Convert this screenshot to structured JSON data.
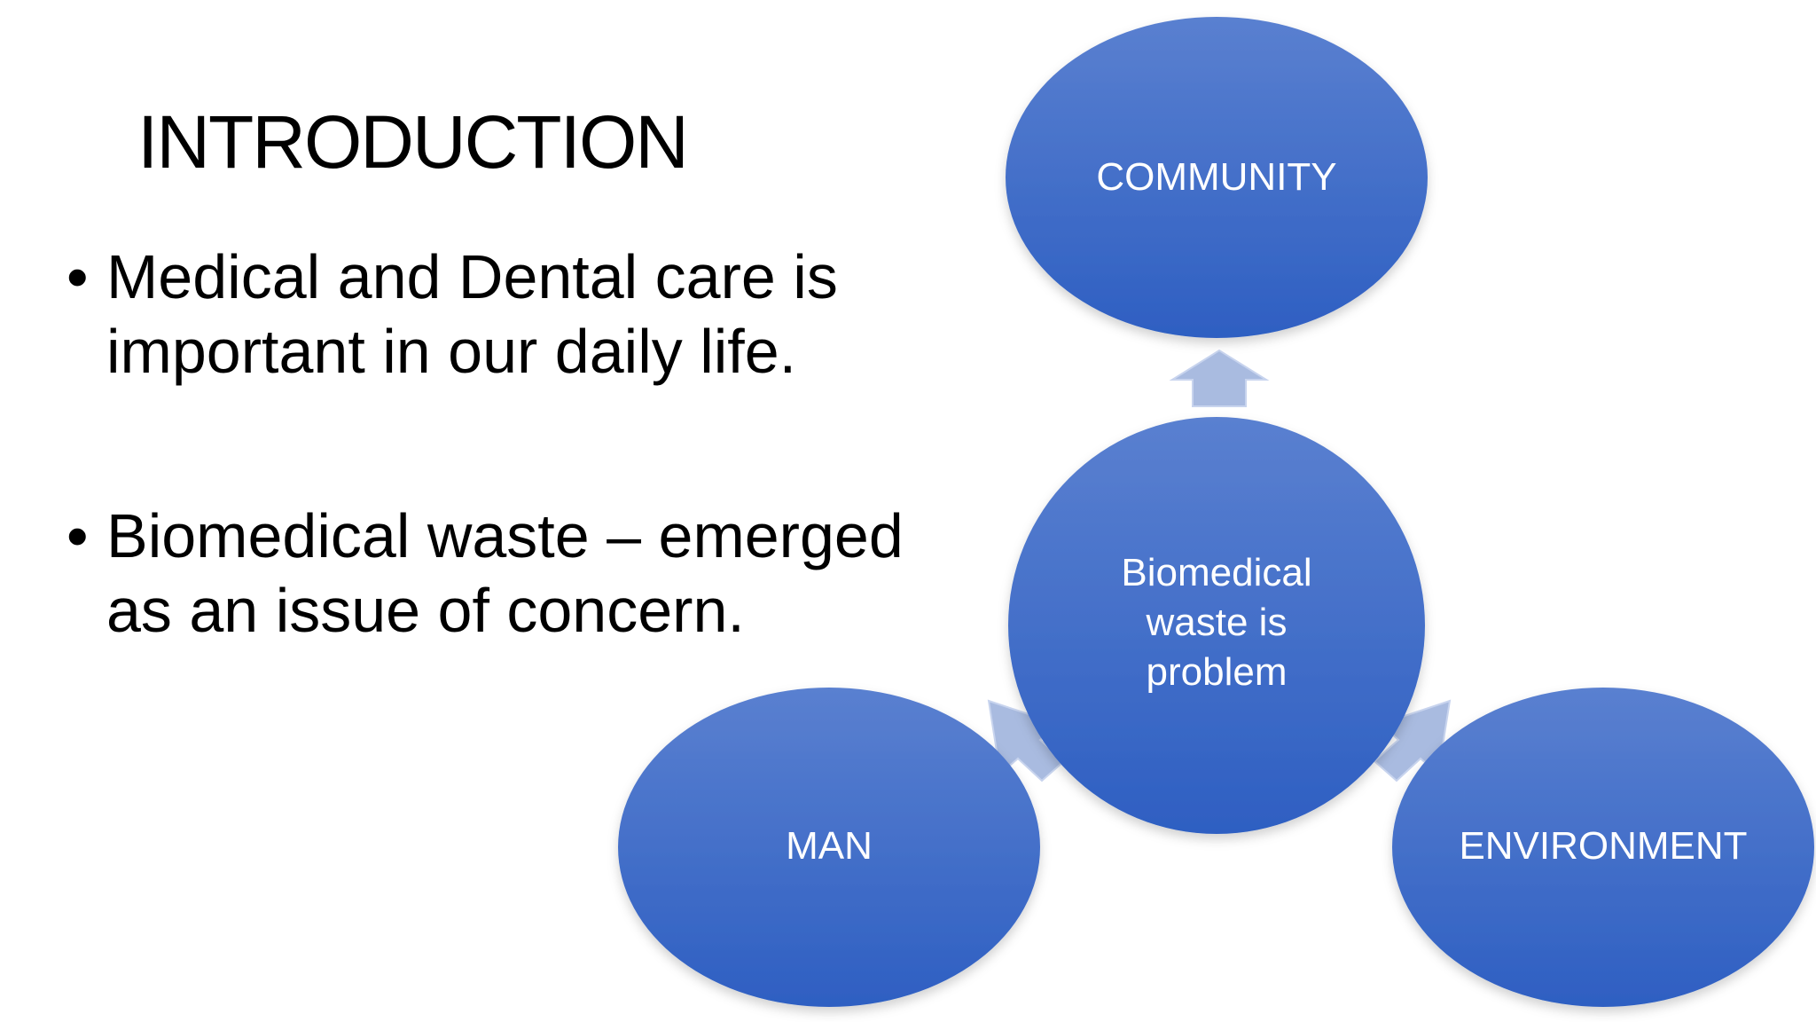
{
  "slide": {
    "title": "INTRODUCTION",
    "bullets": [
      {
        "lines": [
          "Medical and Dental care is",
          "important in our daily life."
        ]
      },
      {
        "lines": [
          "Biomedical waste – emerged",
          "as an issue of concern."
        ]
      }
    ]
  },
  "diagram": {
    "center": {
      "lines": [
        "Biomedical",
        "waste is",
        "problem"
      ]
    },
    "nodes": {
      "community": "COMMUNITY",
      "man": "MAN",
      "environment": "ENVIRONMENT"
    },
    "colors": {
      "node_fill_top": "#5a80d0",
      "node_fill_bottom": "#2e5fc2",
      "arrow_fill": "#a9bbe0"
    }
  }
}
